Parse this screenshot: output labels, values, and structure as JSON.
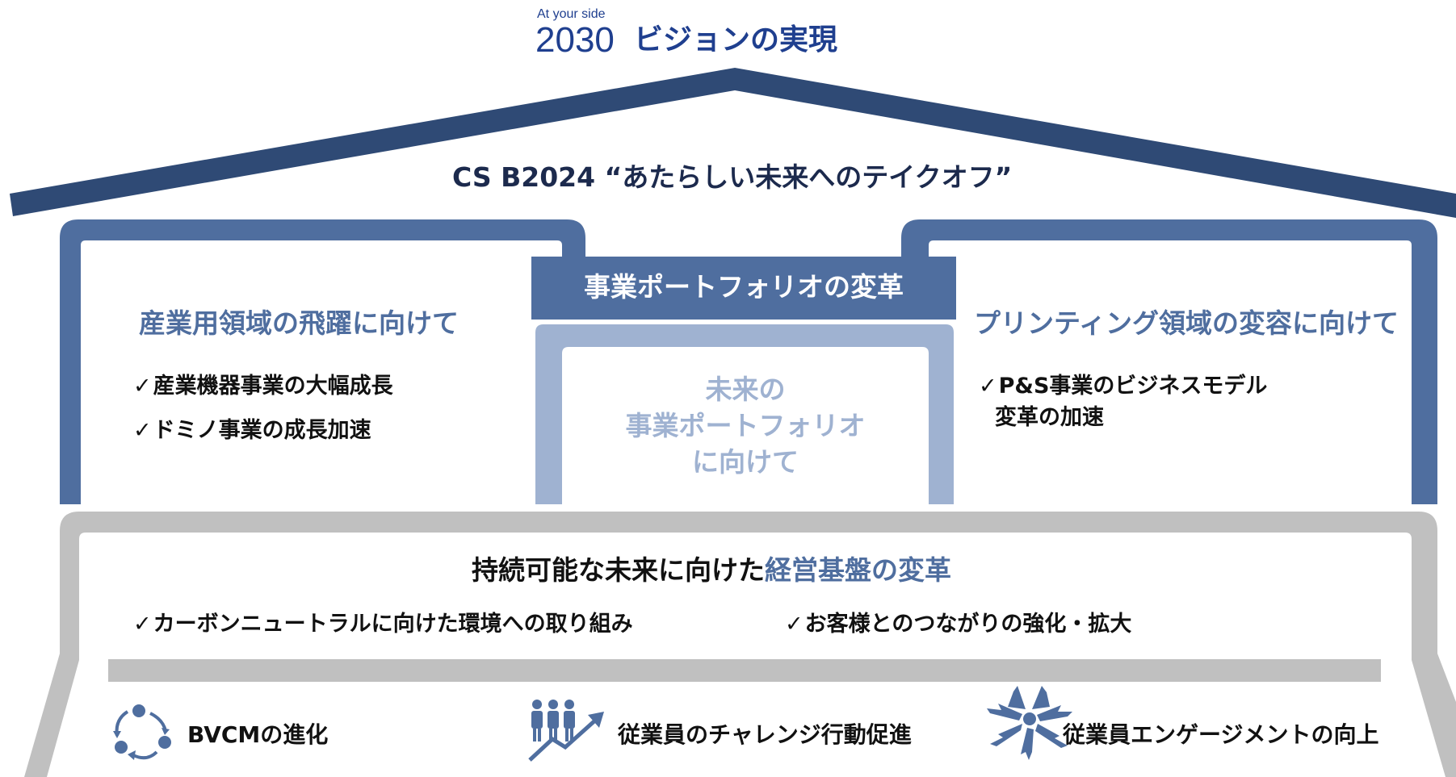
{
  "vision": {
    "tag": "At your side",
    "year": "2030",
    "title": "ビジョンの実現"
  },
  "plan": {
    "title": "CS B2024 “あたらしい未来へのテイクオフ”"
  },
  "portfolio": {
    "banner": "事業ポートフォリオの変革",
    "left": {
      "title": "産業用領域の飛躍に向けて",
      "items": [
        "産業機器事業の大幅成長",
        "ドミノ事業の成長加速"
      ]
    },
    "center": {
      "lines": [
        "未来の",
        "事業ポートフォリオ",
        "に向けて"
      ]
    },
    "right": {
      "title": "プリンティング領域の変容に向けて",
      "items": [
        "P&S事業のビジネスモデル",
        "変革の加速"
      ]
    }
  },
  "foundation": {
    "title_prefix": "持続可能な未来に向けた",
    "title_highlight": "経営基盤の変革",
    "items": [
      "カーボンニュートラルに向けた環境への取り組み",
      "お客様とのつながりの強化・拡大"
    ]
  },
  "bottom": {
    "items": [
      {
        "icon": "cycle-icon",
        "label": "BVCMの進化"
      },
      {
        "icon": "people-growth-icon",
        "label": "従業員のチャレンジ行動促進"
      },
      {
        "icon": "hands-together-icon",
        "label": "従業員エンゲージメントの向上"
      }
    ]
  },
  "colors": {
    "roof": "#2f4a75",
    "wall": "#4f6e9f",
    "center_frame": "#9fb2d1",
    "foundation": "#c0c0c0",
    "title_navy": "#1f3f8f"
  }
}
